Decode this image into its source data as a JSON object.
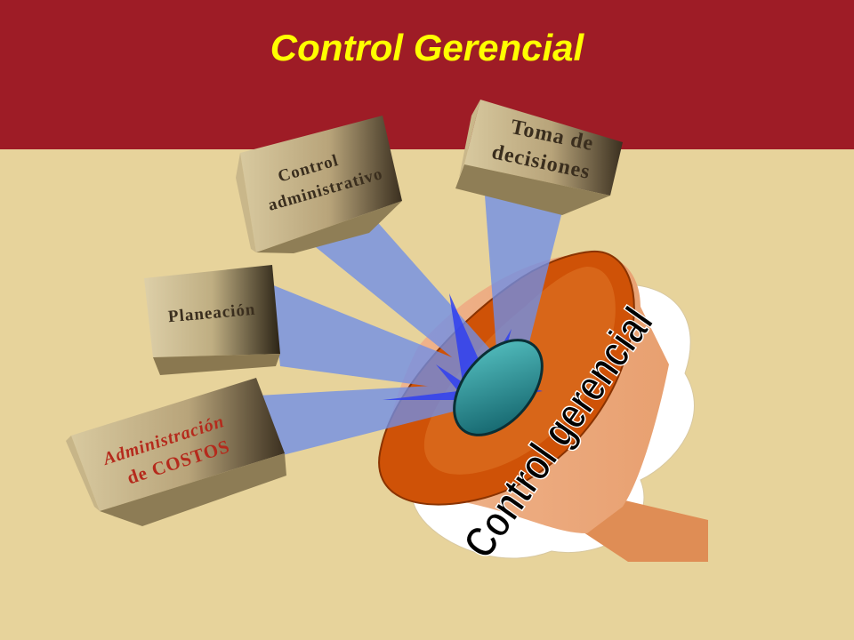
{
  "slide": {
    "title": "Control Gerencial"
  },
  "boxes": {
    "costos": {
      "line1": "Administración",
      "line2": "de COSTOS"
    },
    "planeacion": {
      "line1": "Planeación"
    },
    "control_admin": {
      "line1": "Control",
      "line2": "administrativo"
    },
    "toma_decisiones": {
      "line1": "Toma de",
      "line2": "decisiones"
    }
  },
  "funnel": {
    "label": "Control gerencial"
  },
  "colors": {
    "header_bg": "#9e1c26",
    "page_bg": "#e7d39b",
    "title_text": "#ffff00",
    "beam": "#6f8fe8",
    "funnel_orange": "#d45408",
    "funnel_body": "#eaa77c",
    "costos_text": "#b52a1c",
    "box_text": "#3a2e1e"
  }
}
